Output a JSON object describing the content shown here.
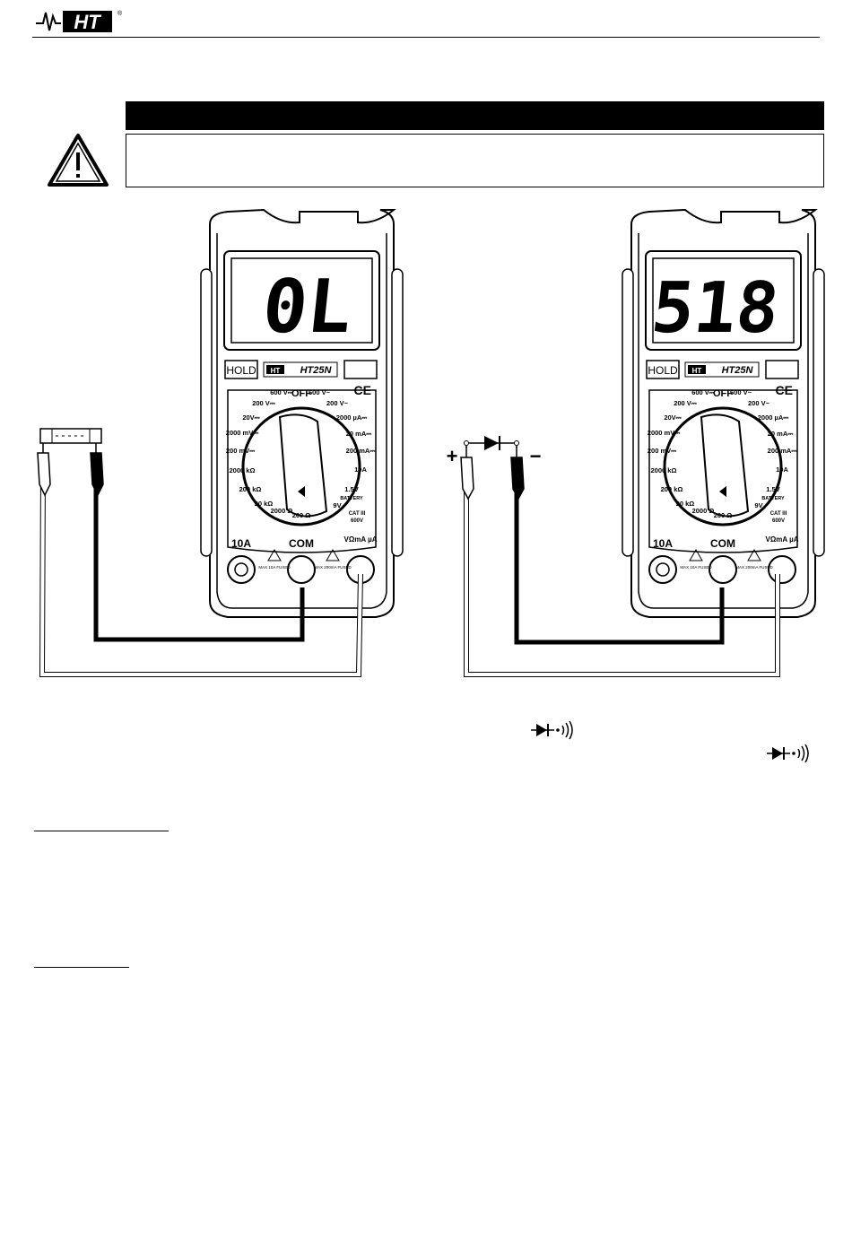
{
  "header": {
    "logo_text": "HT",
    "logo_mark": "®"
  },
  "warning": {
    "icon": "warning-triangle-icon",
    "bar_text": "",
    "box_text": ""
  },
  "meter_left": {
    "display": "0L",
    "hold_label": "HOLD",
    "brand": "HT",
    "model": "HT25N",
    "ce": "CE",
    "dial": {
      "off": "OFF",
      "ranges": [
        "600 V⎓",
        "200 V⎓",
        "20V⎓",
        "2000 mV⎓",
        "200 mV⎓",
        "2000 kΩ",
        "200 kΩ",
        "20 kΩ",
        "2000 Ω",
        "200 Ω",
        "600 V~",
        "200 V~",
        "2000 µA⎓",
        "20 mA⎓",
        "200 mA⎓",
        "10A",
        "1.5V",
        "BATTERY",
        "9V",
        "CAT III",
        "600V"
      ]
    },
    "jacks": [
      "10A",
      "COM",
      "VΩmA µA"
    ],
    "jack_notes": [
      "MAX 10A FUSED",
      "MAX 200mA FUSED"
    ]
  },
  "meter_right": {
    "display": "518",
    "hold_label": "HOLD",
    "brand": "HT",
    "model": "HT25N",
    "ce": "CE",
    "jacks": [
      "10A",
      "COM",
      "VΩmA µA"
    ],
    "jack_notes": [
      "MAX 10A FUSED",
      "MAX 200mA FUSED"
    ]
  },
  "polarity": {
    "plus": "+",
    "minus": "−"
  },
  "inline_symbols": [
    "diode-buzzer-icon",
    "diode-buzzer-icon"
  ]
}
